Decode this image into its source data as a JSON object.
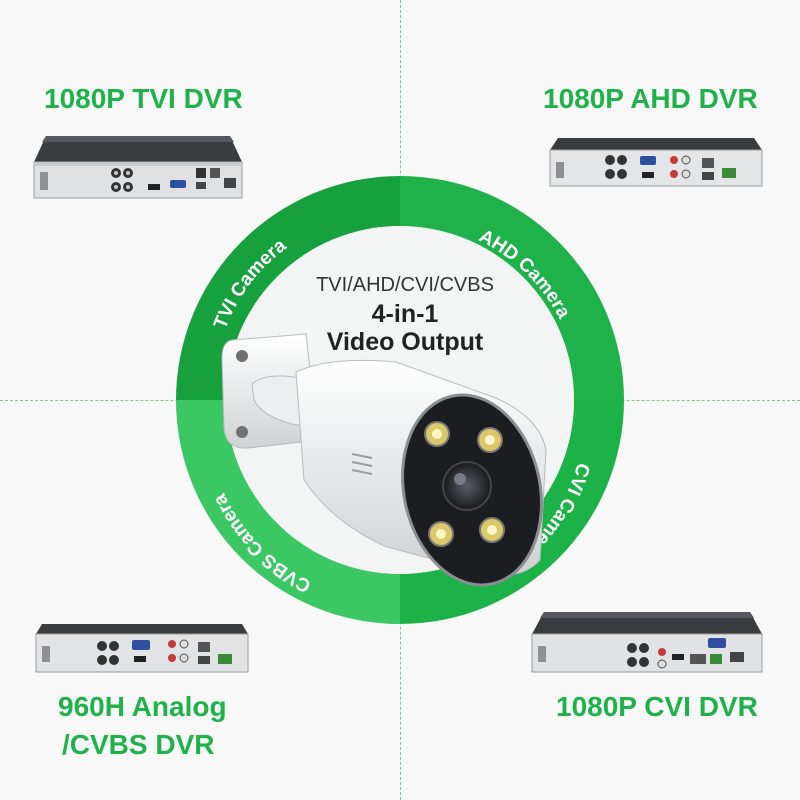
{
  "labels": {
    "top_left": "1080P TVI DVR",
    "top_right": "1080P AHD DVR",
    "bottom_left_line1": "960H Analog",
    "bottom_left_line2": "/CVBS DVR",
    "bottom_right": "1080P CVI DVR"
  },
  "ring": {
    "tvi": "TVI Camera",
    "ahd": "AHD Camera",
    "cvi": "CVI Camera",
    "cvbs": "CVBS Camera"
  },
  "center": {
    "formats": "TVI/AHD/CVI/CVBS",
    "headline1": "4-in-1",
    "headline2": "Video Output"
  },
  "colors": {
    "accent": "#1fb24a",
    "ring_dark": "#16a13e",
    "ring_light": "#3cc765"
  }
}
